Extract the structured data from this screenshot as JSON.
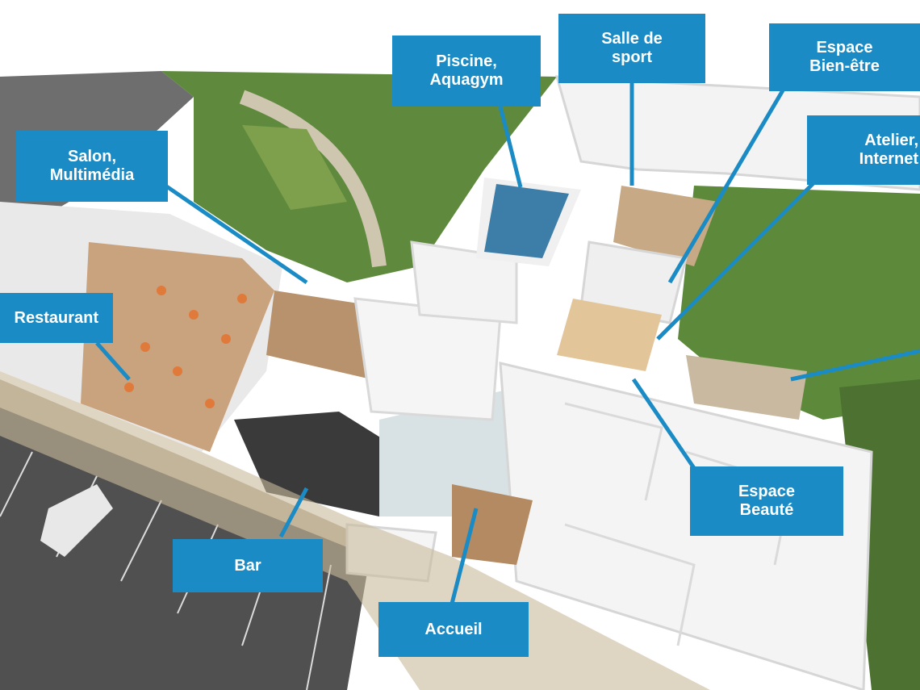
{
  "labels": {
    "piscine": [
      "Piscine,",
      "Aquagym"
    ],
    "salle_sport": [
      "Salle de",
      "sport"
    ],
    "bien_etre": [
      "Espace",
      "Bien-être"
    ],
    "atelier": [
      "Atelier,",
      "Internet"
    ],
    "salon": [
      "Salon,",
      "Multimédia"
    ],
    "restaurant": [
      "Restaurant"
    ],
    "beaute": [
      "Espace",
      "Beauté"
    ],
    "bar": [
      "Bar"
    ],
    "accueil": [
      "Accueil"
    ]
  },
  "colors": {
    "label_bg": "#1a8bc4",
    "label_text": "#ffffff",
    "roof": "#f2f2f2",
    "grass": "#5b7f3c",
    "parking": "#4a4a4a"
  }
}
